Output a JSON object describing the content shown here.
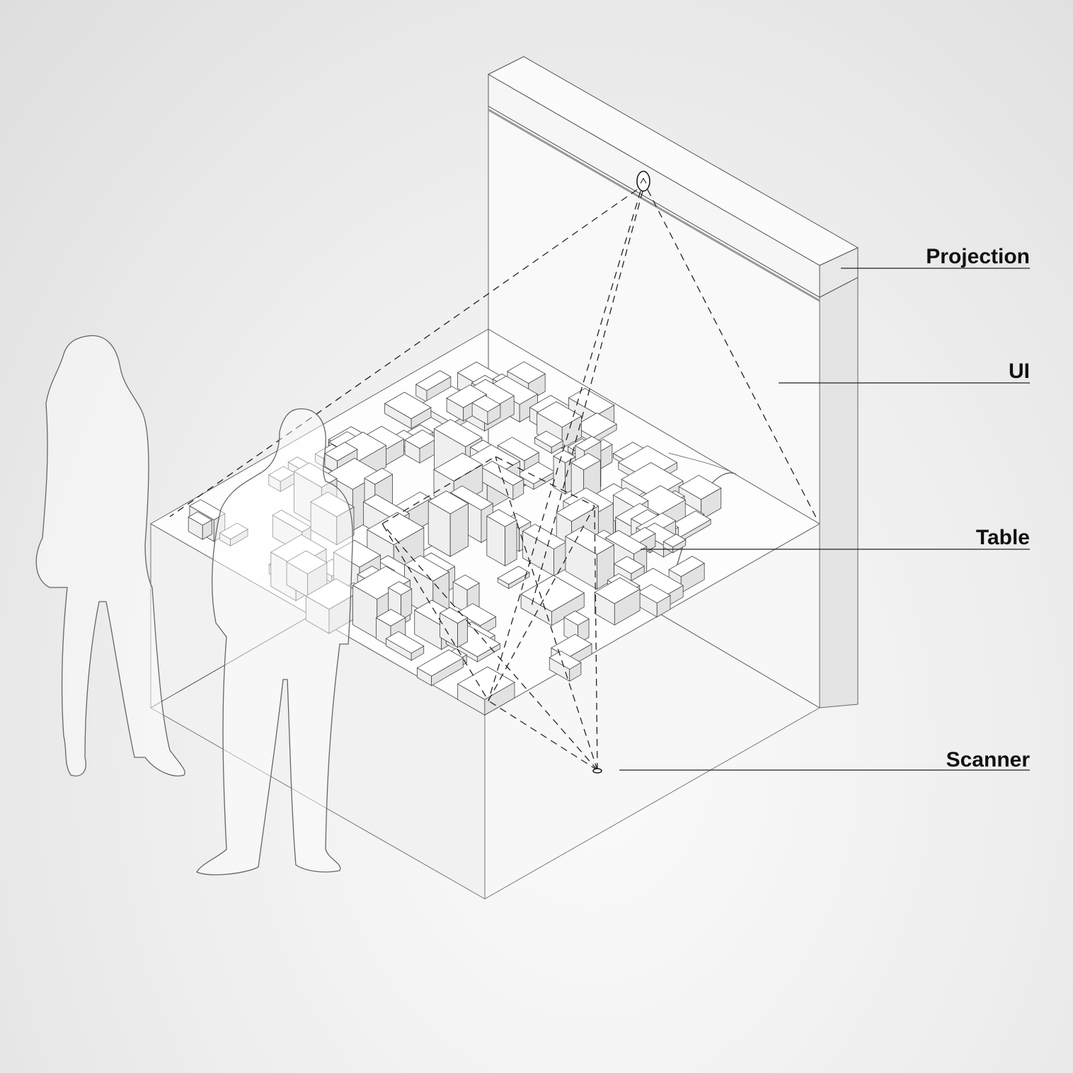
{
  "labels": {
    "projection": "Projection",
    "ui": "UI",
    "table": "Table",
    "scanner": "Scanner"
  },
  "components": {
    "projector": "projector-icon",
    "scanner": "scanner-icon"
  },
  "colors": {
    "background": "#ededed",
    "line": "#222222",
    "surface": "#ffffff"
  }
}
